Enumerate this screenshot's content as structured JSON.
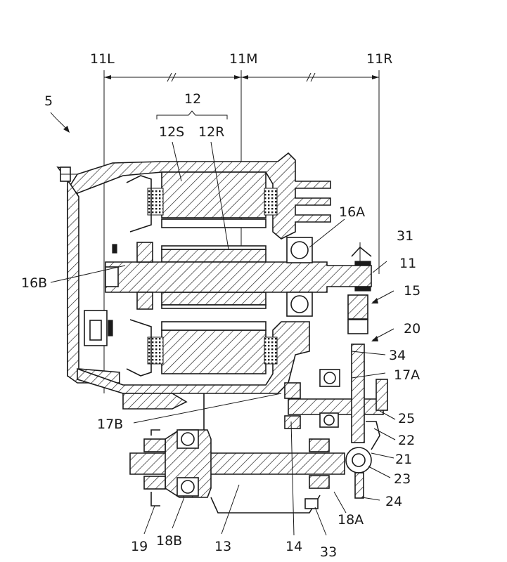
{
  "labels": {
    "axis_left": "11L",
    "axis_mid": "11M",
    "axis_right": "11R",
    "device": "5",
    "group_12": "12",
    "stator": "12S",
    "rotor": "12R",
    "bearing_16A": "16A",
    "bearing_16B": "16B",
    "part_31": "31",
    "shaft_11": "11",
    "part_15": "15",
    "part_20": "20",
    "part_34": "34",
    "bearing_17A": "17A",
    "bearing_17B": "17B",
    "part_25": "25",
    "part_22": "22",
    "part_21": "21",
    "part_23": "23",
    "part_24": "24",
    "bearing_18A": "18A",
    "bearing_18B": "18B",
    "part_19": "19",
    "shaft_13": "13",
    "shaft_14": "14",
    "part_33": "33"
  }
}
